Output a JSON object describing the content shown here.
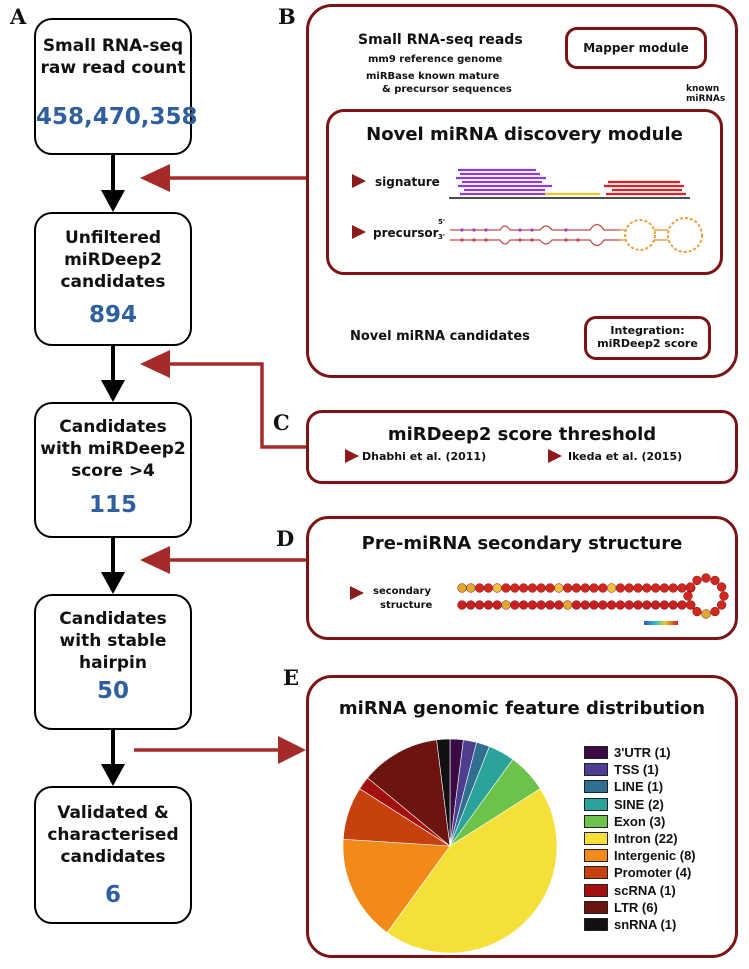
{
  "panel_letters": [
    "A",
    "B",
    "C",
    "D",
    "E"
  ],
  "flow": [
    {
      "title": "Small RNA-seq raw read count",
      "value": "458,470,358"
    },
    {
      "title": "Unfiltered miRDeep2 candidates",
      "value": "894"
    },
    {
      "title": "Candidates with miRDeep2 score >4",
      "value": "115"
    },
    {
      "title": "Candidates with stable hairpin",
      "value": "50"
    },
    {
      "title": "Validated & characterised candidates",
      "value": "6"
    }
  ],
  "panel_b": {
    "reads_title": "Small RNA-seq reads",
    "ref_genome": "mm9 reference genome",
    "mirbase_1": "miRBase known mature",
    "mirbase_2": "& precursor sequences",
    "mapper": "Mapper module",
    "known_1": "known",
    "known_2": "miRNAs",
    "discovery_title": "Novel miRNA discovery module",
    "signature": "signature",
    "precursor": "precursor",
    "five_prime": "5'",
    "three_prime": "3'",
    "integration_1": "Integration:",
    "integration_2": "miRDeep2 score",
    "novel": "Novel miRNA candidates"
  },
  "panel_c": {
    "title": "miRDeep2 score threshold",
    "ref1": "Dhabhi et al. (2011)",
    "ref2": "Ikeda et al. (2015)"
  },
  "panel_d": {
    "title": "Pre-miRNA secondary structure",
    "label_1": "secondary",
    "label_2": "structure"
  },
  "panel_e": {
    "title": "miRNA genomic feature distribution"
  },
  "chart_data": {
    "type": "pie",
    "title": "miRNA genomic feature distribution",
    "categories": [
      "3'UTR (1)",
      "TSS (1)",
      "LINE (1)",
      "SINE (2)",
      "Exon (3)",
      "Intron (22)",
      "Intergenic (8)",
      "Promoter (4)",
      "scRNA (1)",
      "LTR (6)",
      "snRNA (1)"
    ],
    "values": [
      1,
      1,
      1,
      2,
      3,
      22,
      8,
      4,
      1,
      6,
      1
    ],
    "colors": [
      "#3b0a45",
      "#4f3d8f",
      "#2f6f8f",
      "#2aa39a",
      "#6cc24a",
      "#f5e03a",
      "#f28a17",
      "#c7410f",
      "#a3100f",
      "#6b1410",
      "#111111"
    ],
    "legend_position": "right"
  }
}
